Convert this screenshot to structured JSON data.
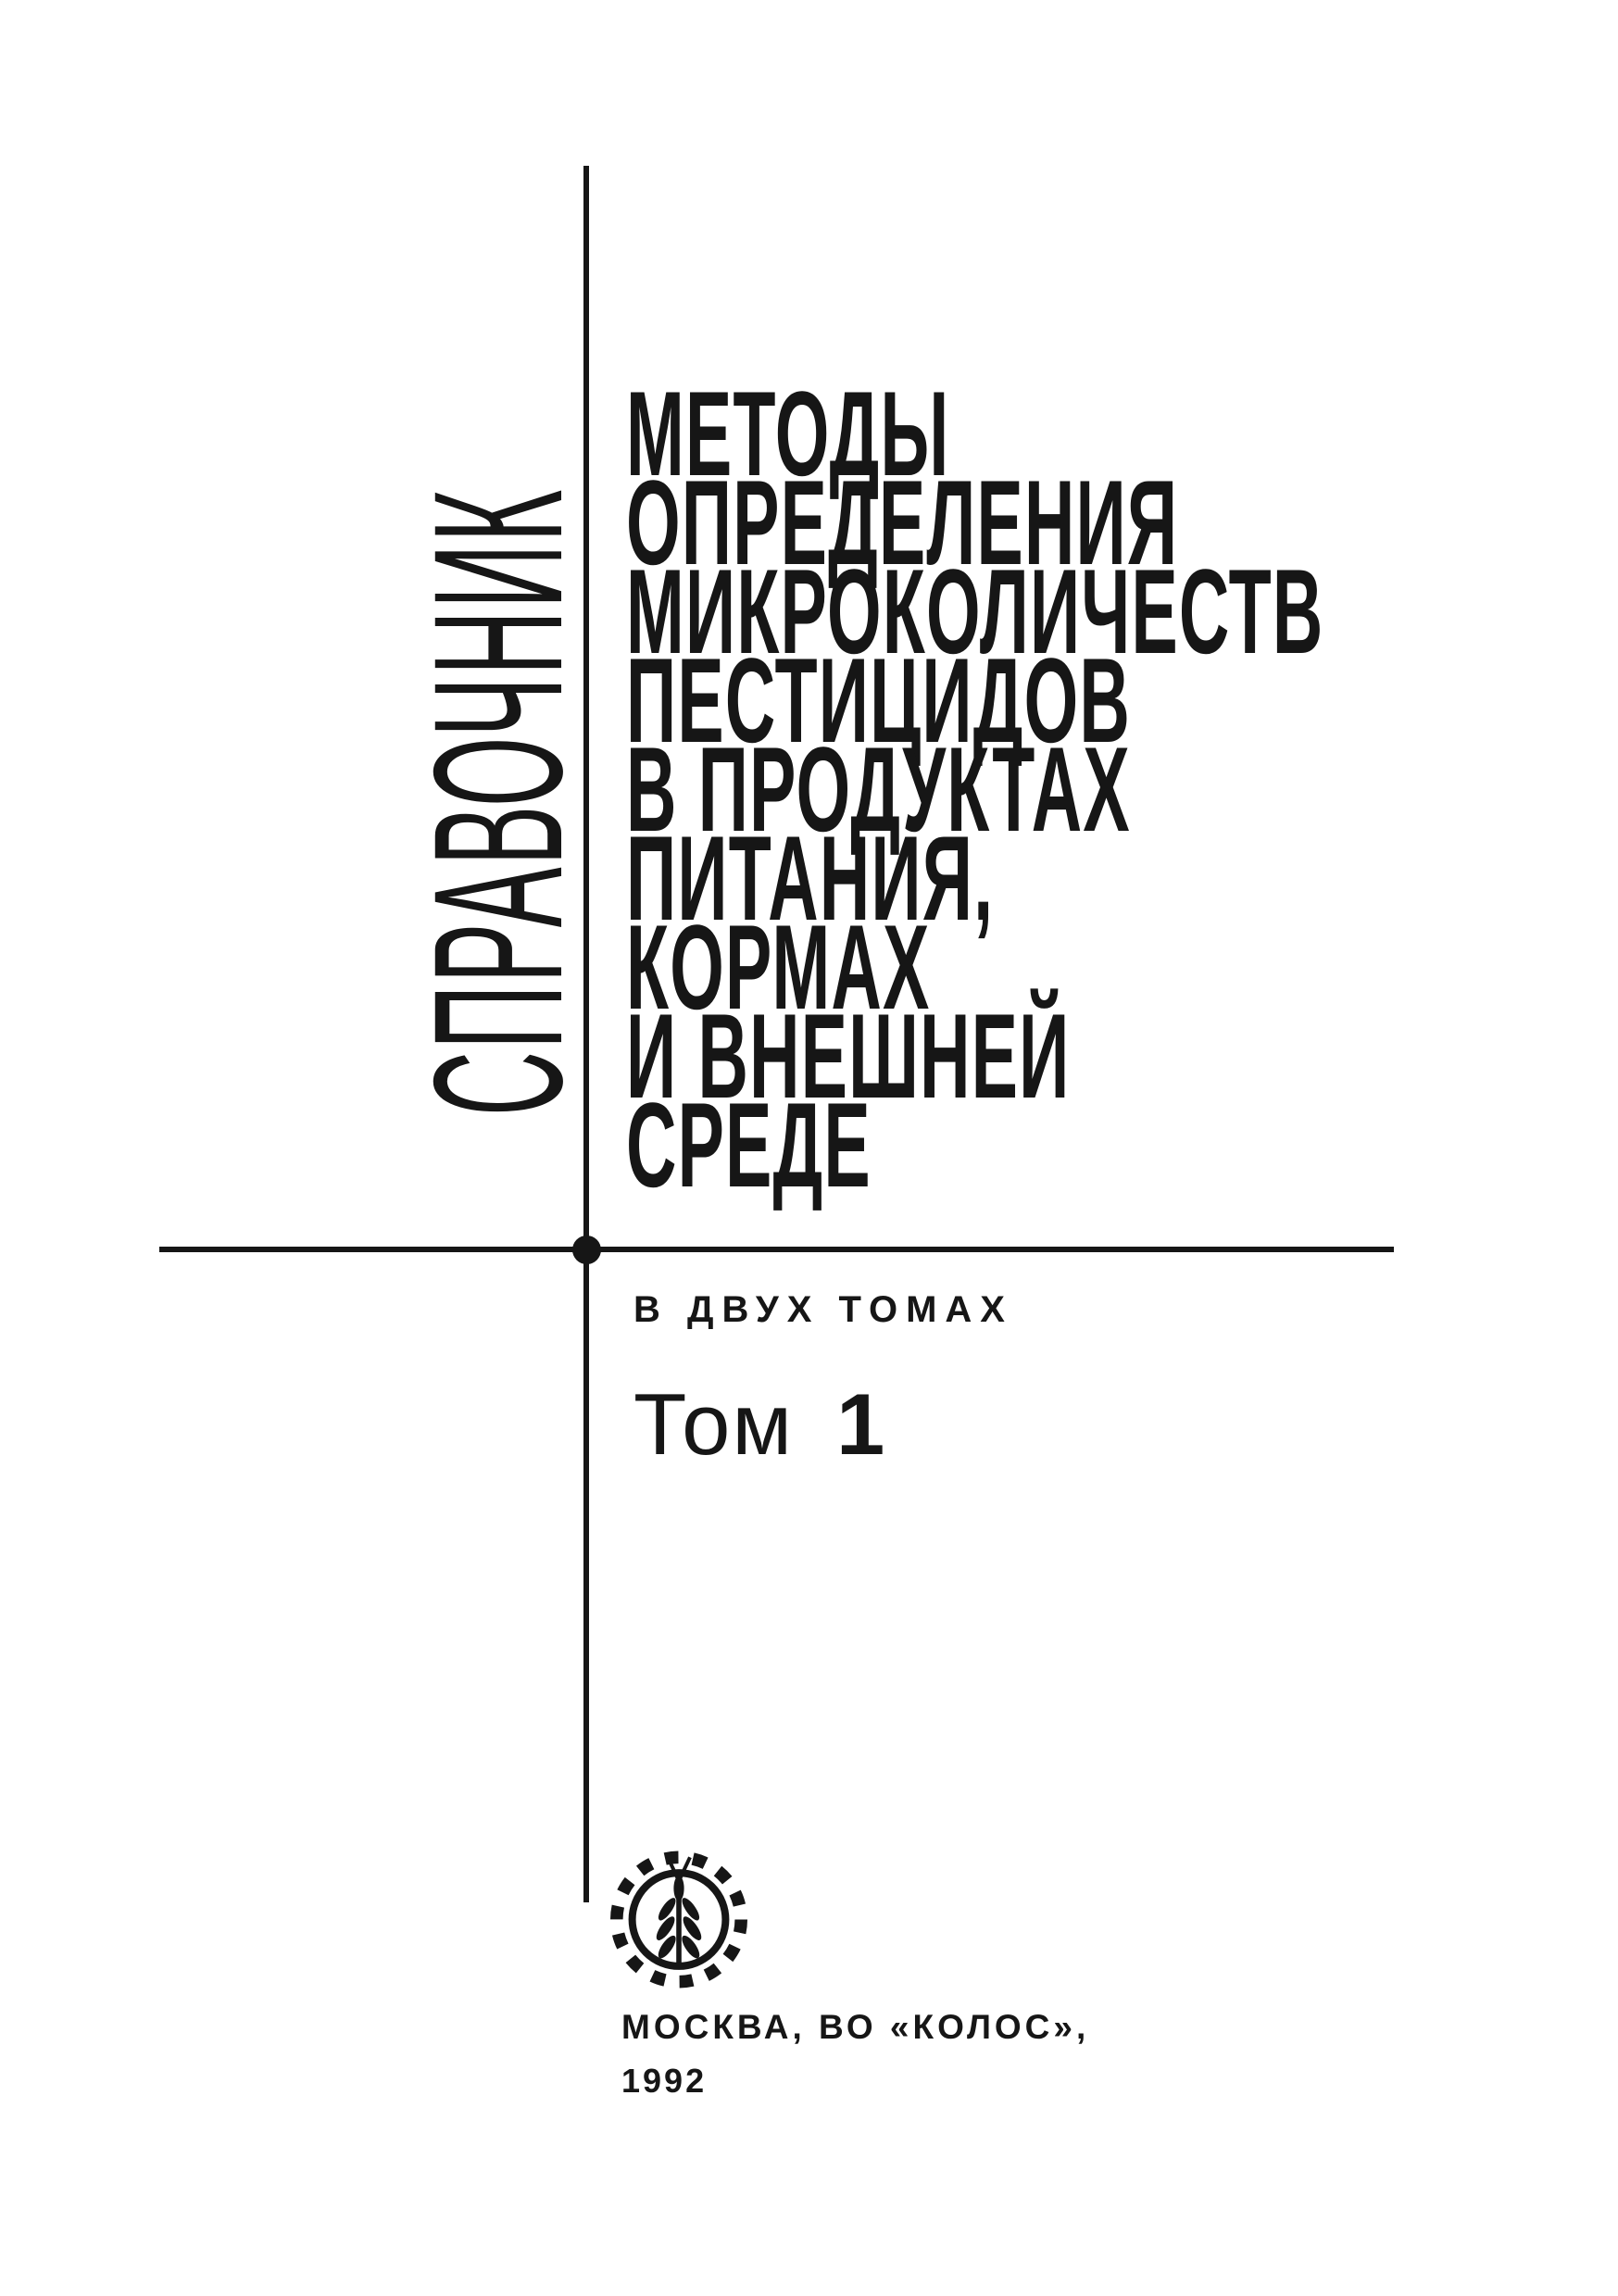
{
  "doc": {
    "spine": "СПРАВОЧНИК",
    "title_lines": [
      "МЕТОДЫ",
      "ОПРЕДЕЛЕНИЯ",
      "МИКРОКОЛИЧЕСТВ",
      "ПЕСТИЦИДОВ",
      "В ПРОДУКТАХ",
      "ПИТАНИЯ,",
      "КОРМАХ",
      "И ВНЕШНЕЙ",
      "СРЕДЕ"
    ],
    "series_note": "В ДВУХ ТОМАХ",
    "volume": {
      "label": "Том",
      "number": "1"
    },
    "imprint": {
      "publisher_line": "МОСКВА, ВО «КОЛОС»,",
      "year": "1992"
    },
    "logo": "kolos-gear-and-wheat-emblem",
    "colors": {
      "ink": "#161616",
      "paper": "#ffffff"
    }
  }
}
